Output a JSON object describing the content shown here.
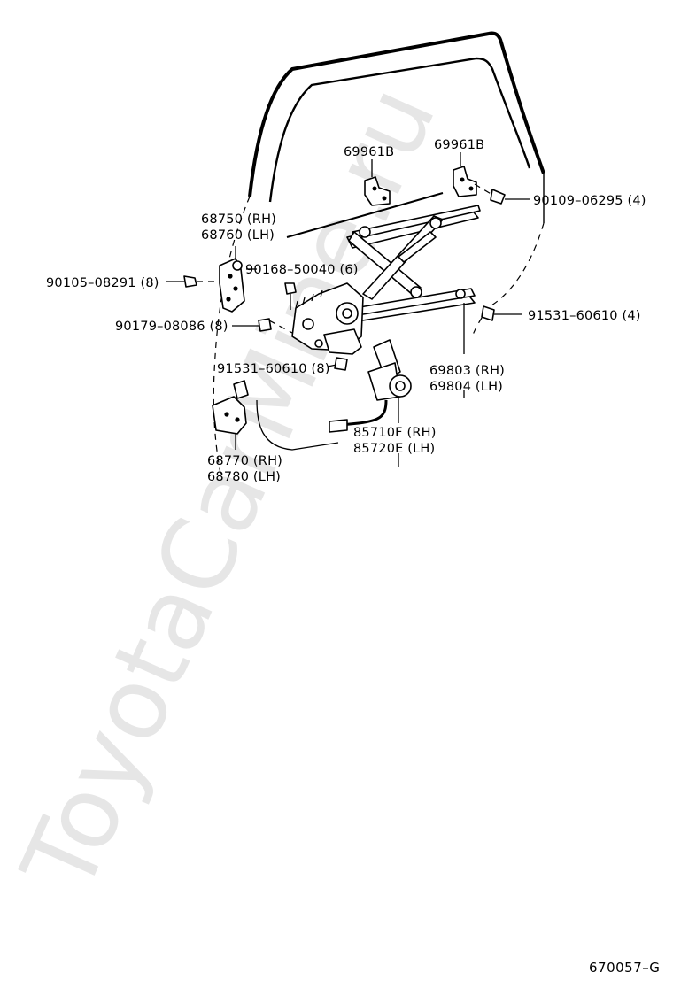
{
  "watermark": "ToyotaCarMine.ru",
  "diagram_code": "670057–G",
  "labels": {
    "p69961b_left": "69961B",
    "p69961b_right": "69961B",
    "p90109": "90109–06295 (4)",
    "p68750": "68750 (RH)",
    "p68760": "68760 (LH)",
    "p90168": "90168–50040 (6)",
    "p90105": "90105–08291 (8)",
    "p90179": "90179–08086 (8)",
    "p91531_right": "91531–60610 (4)",
    "p91531_left": "91531–60610 (8)",
    "p69803": "69803 (RH)",
    "p69804": "69804 (LH)",
    "p85710f": "85710F (RH)",
    "p85720e": "85720E (LH)",
    "p68770": "68770 (RH)",
    "p68780": "68780 (LH)"
  }
}
